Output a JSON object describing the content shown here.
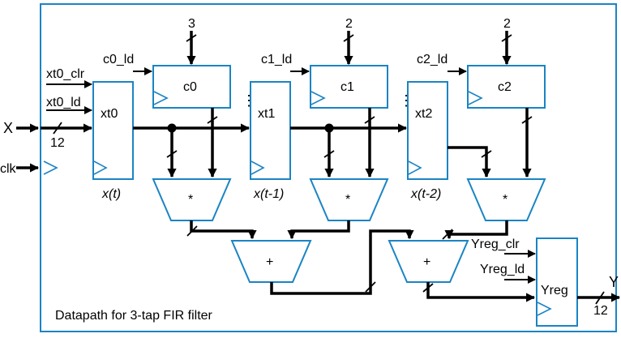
{
  "caption": "Datapath for 3-tap FIR filter",
  "inputs": {
    "x": "X",
    "clk": "clk",
    "x_width": "12"
  },
  "output": {
    "y": "Y",
    "width": "12"
  },
  "registers": {
    "xt0": {
      "name": "xt0",
      "clr": "xt0_clr",
      "ld": "xt0_ld",
      "time": "x(t)"
    },
    "xt1": {
      "name": "xt1",
      "time": "x(t-1)"
    },
    "xt2": {
      "name": "xt2",
      "time": "x(t-2)"
    },
    "c0": {
      "name": "c0",
      "ld": "c0_ld",
      "width": "3"
    },
    "c1": {
      "name": "c1",
      "ld": "c1_ld",
      "width": "2"
    },
    "c2": {
      "name": "c2",
      "ld": "c2_ld",
      "width": "2"
    },
    "yreg": {
      "name": "Yreg",
      "clr": "Yreg_clr",
      "ld": "Yreg_ld"
    }
  },
  "multipliers": [
    "*",
    "*",
    "*"
  ],
  "adders": [
    "+",
    "+"
  ],
  "ellipsis": "⋮"
}
